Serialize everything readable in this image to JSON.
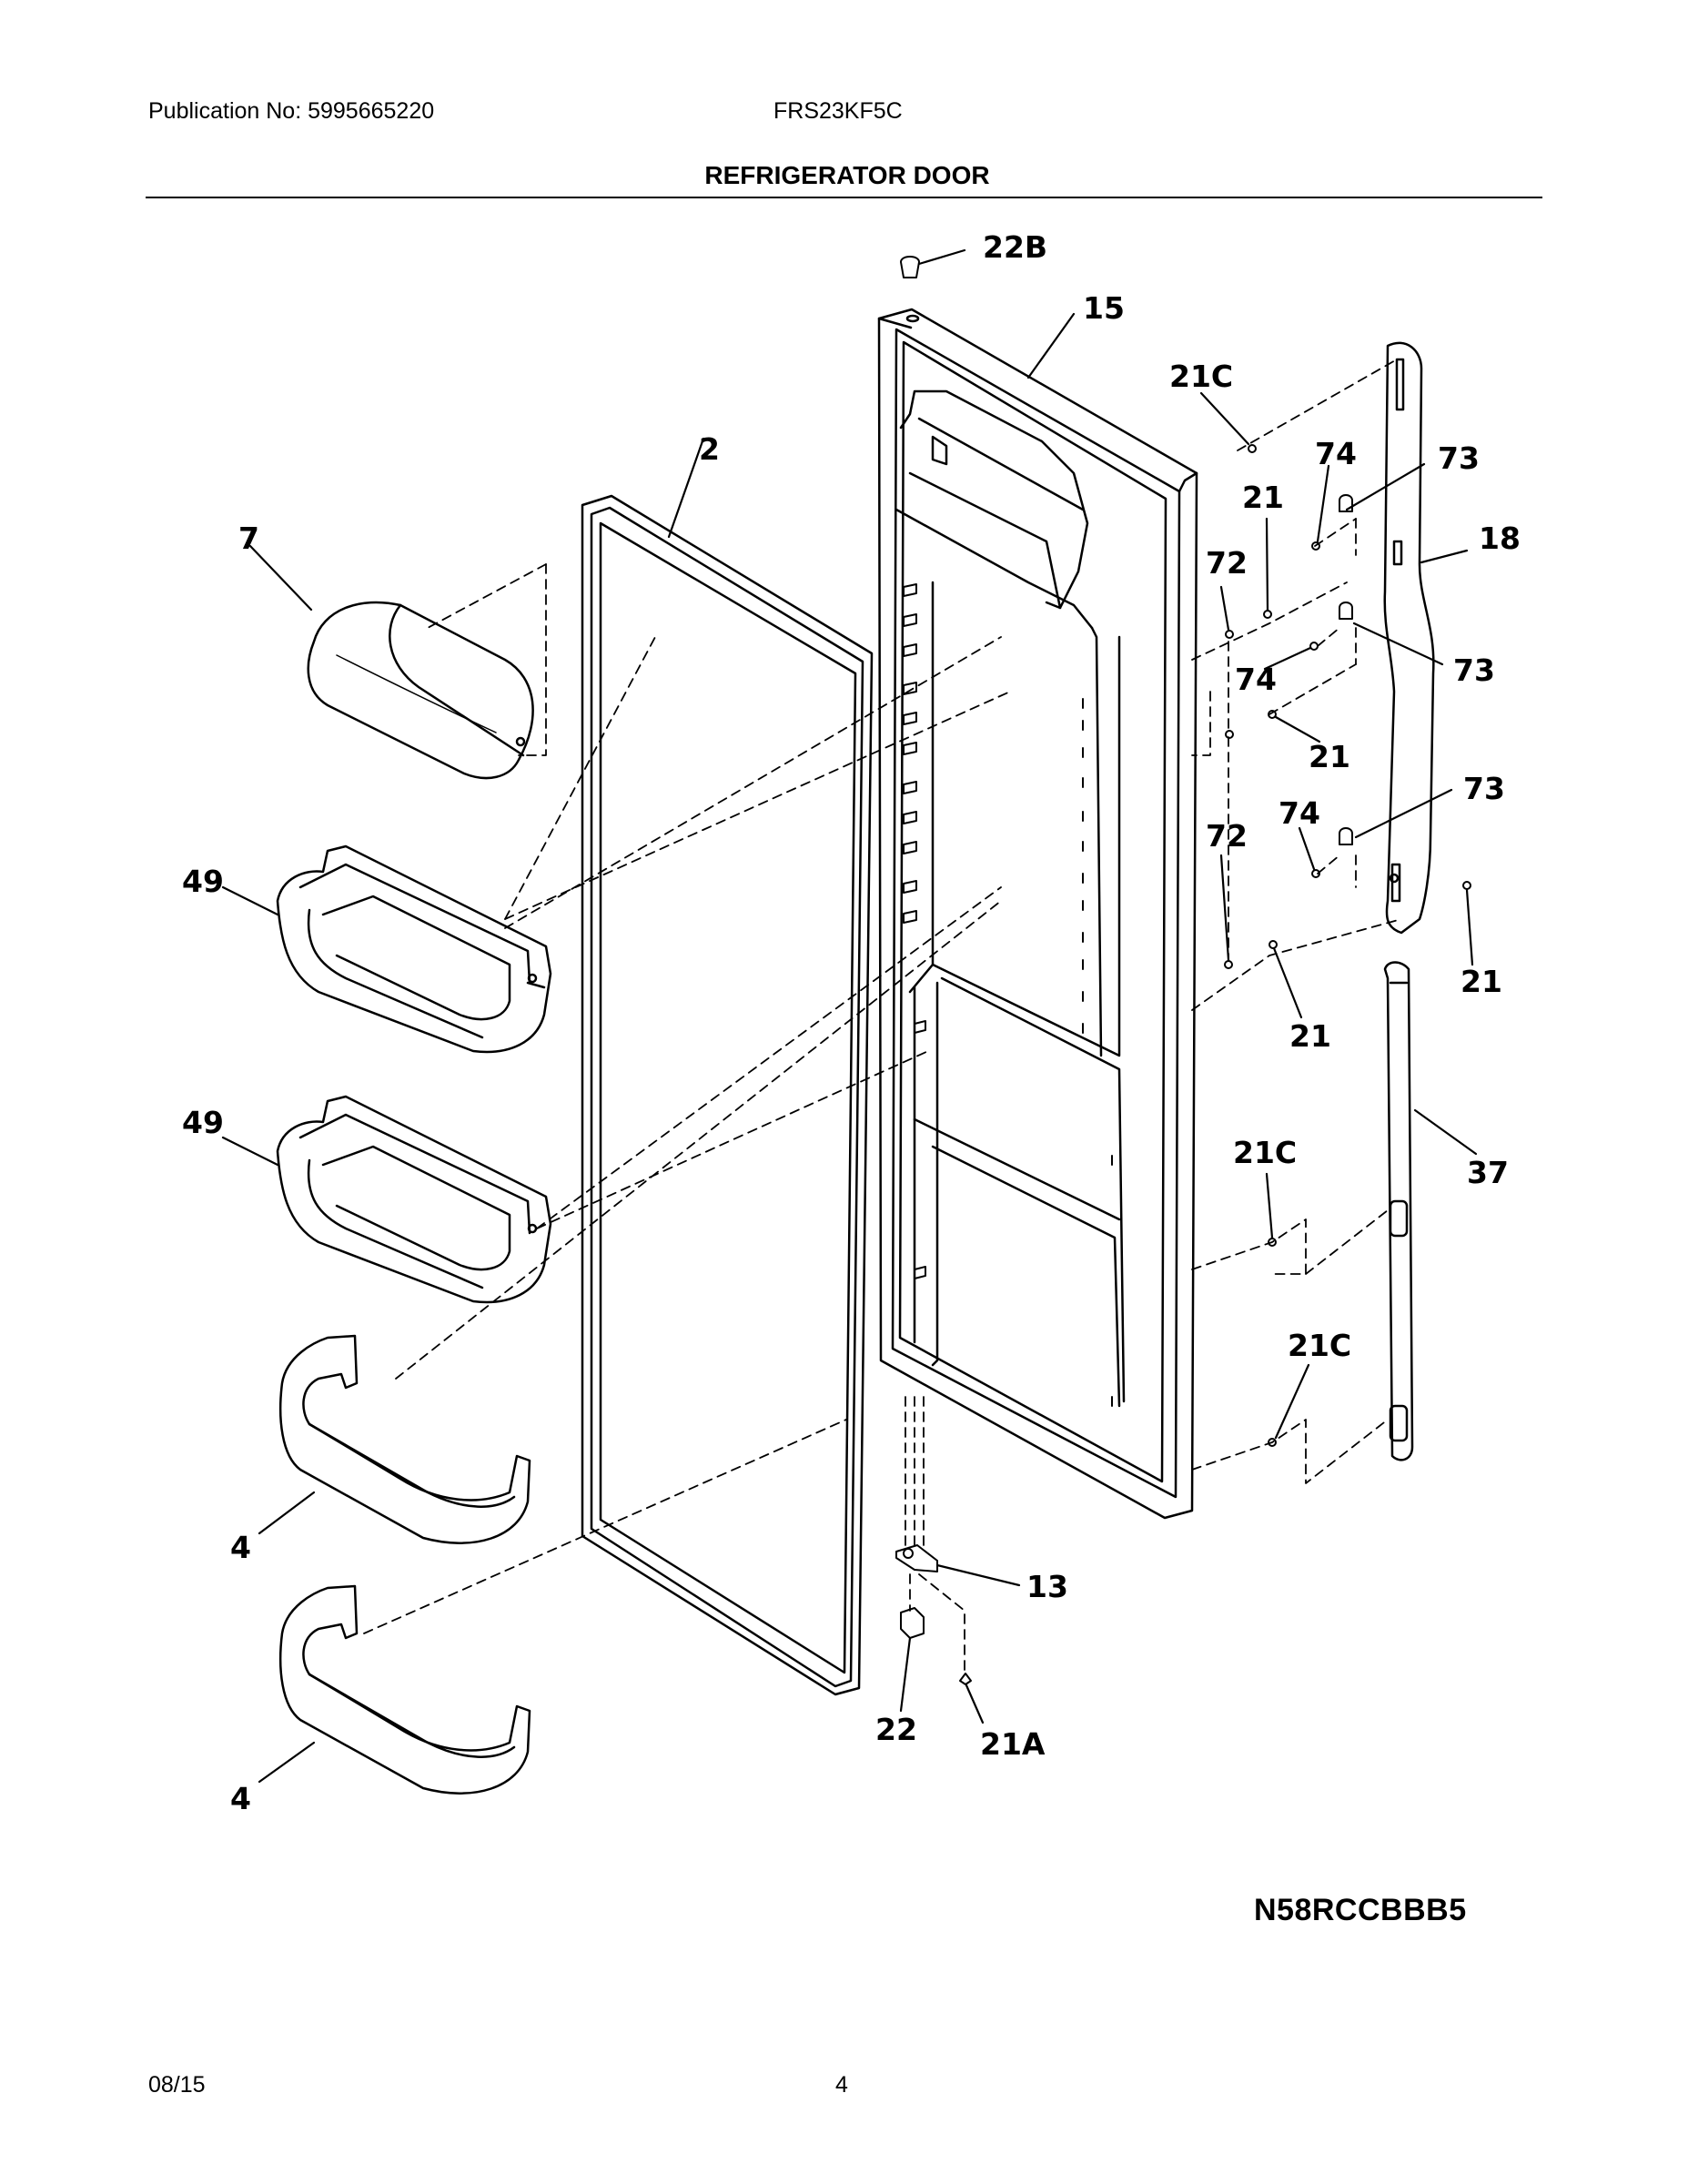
{
  "header": {
    "publication": "Publication No: 5995665220",
    "model": "FRS23KF5C",
    "title": "REFRIGERATOR DOOR"
  },
  "callouts": [
    {
      "id": "22b",
      "text": "22B"
    },
    {
      "id": "15",
      "text": "15"
    },
    {
      "id": "21c-top",
      "text": "21C"
    },
    {
      "id": "2",
      "text": "2"
    },
    {
      "id": "74-a",
      "text": "74"
    },
    {
      "id": "73-a",
      "text": "73"
    },
    {
      "id": "7",
      "text": "7"
    },
    {
      "id": "21-a",
      "text": "21"
    },
    {
      "id": "18",
      "text": "18"
    },
    {
      "id": "72-a",
      "text": "72"
    },
    {
      "id": "74-b",
      "text": "74"
    },
    {
      "id": "73-b",
      "text": "73"
    },
    {
      "id": "21-b",
      "text": "21"
    },
    {
      "id": "74-c",
      "text": "74"
    },
    {
      "id": "73-c",
      "text": "73"
    },
    {
      "id": "72-b",
      "text": "72"
    },
    {
      "id": "49-a",
      "text": "49"
    },
    {
      "id": "21-c",
      "text": "21"
    },
    {
      "id": "21-d",
      "text": "21"
    },
    {
      "id": "49-b",
      "text": "49"
    },
    {
      "id": "21c-mid",
      "text": "21C"
    },
    {
      "id": "37",
      "text": "37"
    },
    {
      "id": "21c-low",
      "text": "21C"
    },
    {
      "id": "4-a",
      "text": "4"
    },
    {
      "id": "13",
      "text": "13"
    },
    {
      "id": "22",
      "text": "22"
    },
    {
      "id": "21a",
      "text": "21A"
    },
    {
      "id": "4-b",
      "text": "4"
    }
  ],
  "diagram_code": "N58RCCBBB5",
  "footer": {
    "date": "08/15",
    "page": "4"
  }
}
